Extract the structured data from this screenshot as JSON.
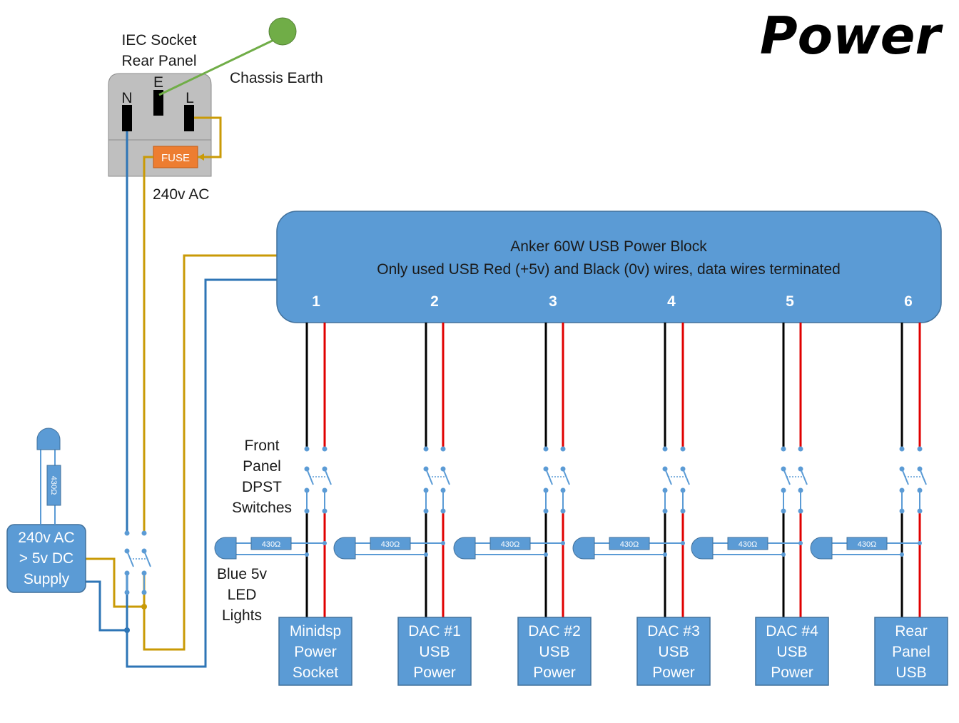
{
  "title": "Power",
  "iec": {
    "caption_line1": "IEC Socket",
    "caption_line2": "Rear Panel",
    "pin_n": "N",
    "pin_e": "E",
    "pin_l": "L",
    "fuse_label": "FUSE",
    "earth_label": "Chassis Earth",
    "ac_label": "240v AC"
  },
  "anker": {
    "line1": "Anker 60W USB Power Block",
    "line2": "Only used USB Red (+5v) and Black (0v) wires, data wires terminated",
    "ports": [
      "1",
      "2",
      "3",
      "4",
      "5",
      "6"
    ]
  },
  "switch_label": [
    "Front",
    "Panel",
    "DPST",
    "Switches"
  ],
  "led_label": [
    "Blue 5v",
    "LED",
    "Lights"
  ],
  "resistor_label": "430Ω",
  "supply": [
    "240v AC",
    "> 5v DC",
    "Supply"
  ],
  "outputs": [
    [
      "Minidsp",
      "Power",
      "Socket"
    ],
    [
      "DAC #1",
      "USB",
      "Power"
    ],
    [
      "DAC #2",
      "USB",
      "Power"
    ],
    [
      "DAC #3",
      "USB",
      "Power"
    ],
    [
      "DAC #4",
      "USB",
      "Power"
    ],
    [
      "Rear",
      "Panel",
      "USB"
    ]
  ],
  "colors": {
    "blue_fill": "#5b9bd5",
    "blue_stroke": "#41719c",
    "live_wire": "#c99a06",
    "neutral_wire": "#2e75b6",
    "earth_wire": "#70ad47",
    "red_wire": "#e00000",
    "black_wire": "#000000",
    "fuse": "#ed7d31",
    "socket_grey": "#bfbfbf"
  }
}
